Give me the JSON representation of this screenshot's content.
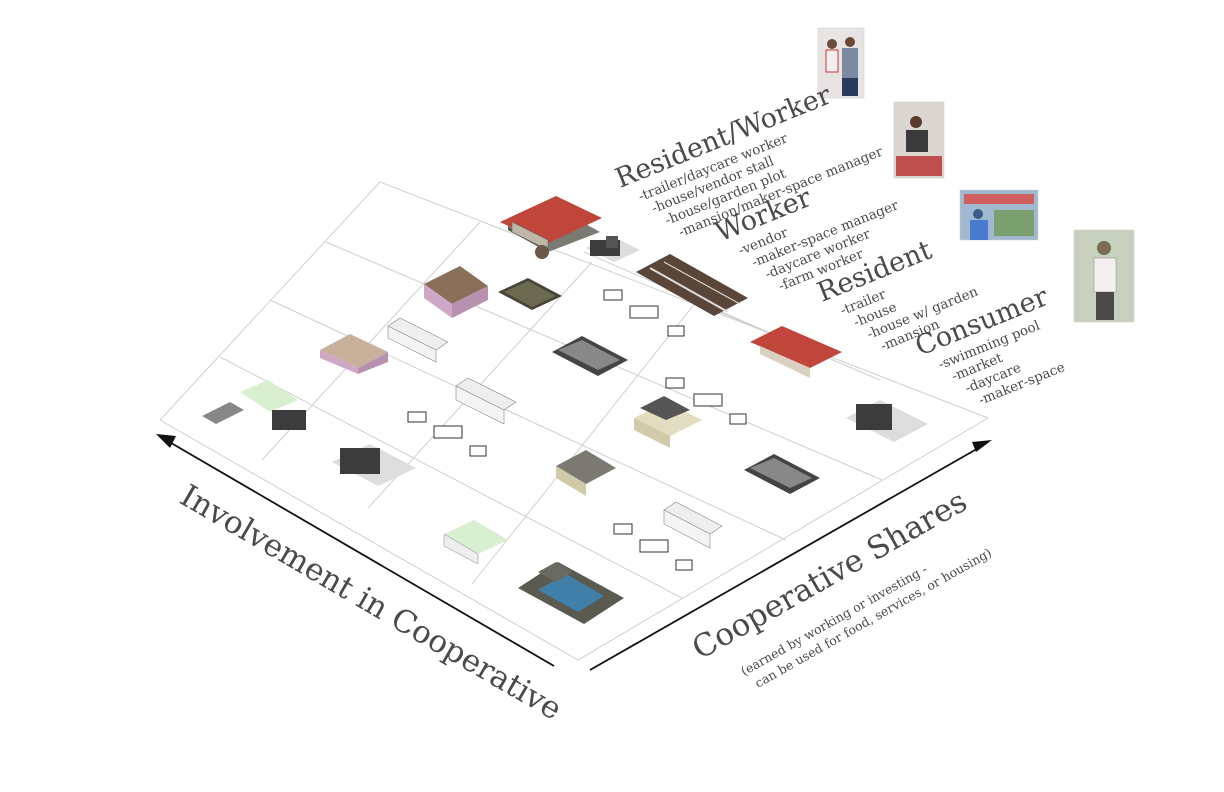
{
  "roles": [
    {
      "title": "Resident/Worker",
      "items": [
        "-trailer/daycare worker",
        "-house/vendor stall",
        "-house/garden plot",
        "-mansion/maker-space manager"
      ]
    },
    {
      "title": "Worker",
      "items": [
        "-vendor",
        "-maker-space manager",
        "-daycare worker",
        "-farm worker"
      ]
    },
    {
      "title": "Resident",
      "items": [
        "-trailer",
        "-house",
        "-house w/ garden",
        "-mansion"
      ]
    },
    {
      "title": "Consumer",
      "items": [
        "-swimming pool",
        "-market",
        "-daycare",
        "-maker-space"
      ]
    }
  ],
  "axes": {
    "left": {
      "title": "Involvement in Cooperative"
    },
    "right": {
      "title": "Cooperative Shares",
      "subtitle_1": "(earned by working or investing -",
      "subtitle_2": "can be used for food, services, or housing)"
    }
  },
  "colors": {
    "roof_red": "#c0453a",
    "roof_brown": "#8a7058",
    "roof_green": "#d8f0d0",
    "house_purple": "#cfa8c8",
    "house_beige": "#e2dcc0",
    "machine_dark": "#3c3c3c",
    "pool_blue": "#3f7fa8",
    "grid": "#cfcfcf"
  },
  "photos": [
    {
      "icon": "two-people-photo-icon"
    },
    {
      "icon": "vendor-photo-icon"
    },
    {
      "icon": "market-photo-icon"
    },
    {
      "icon": "person-standing-photo-icon"
    }
  ]
}
